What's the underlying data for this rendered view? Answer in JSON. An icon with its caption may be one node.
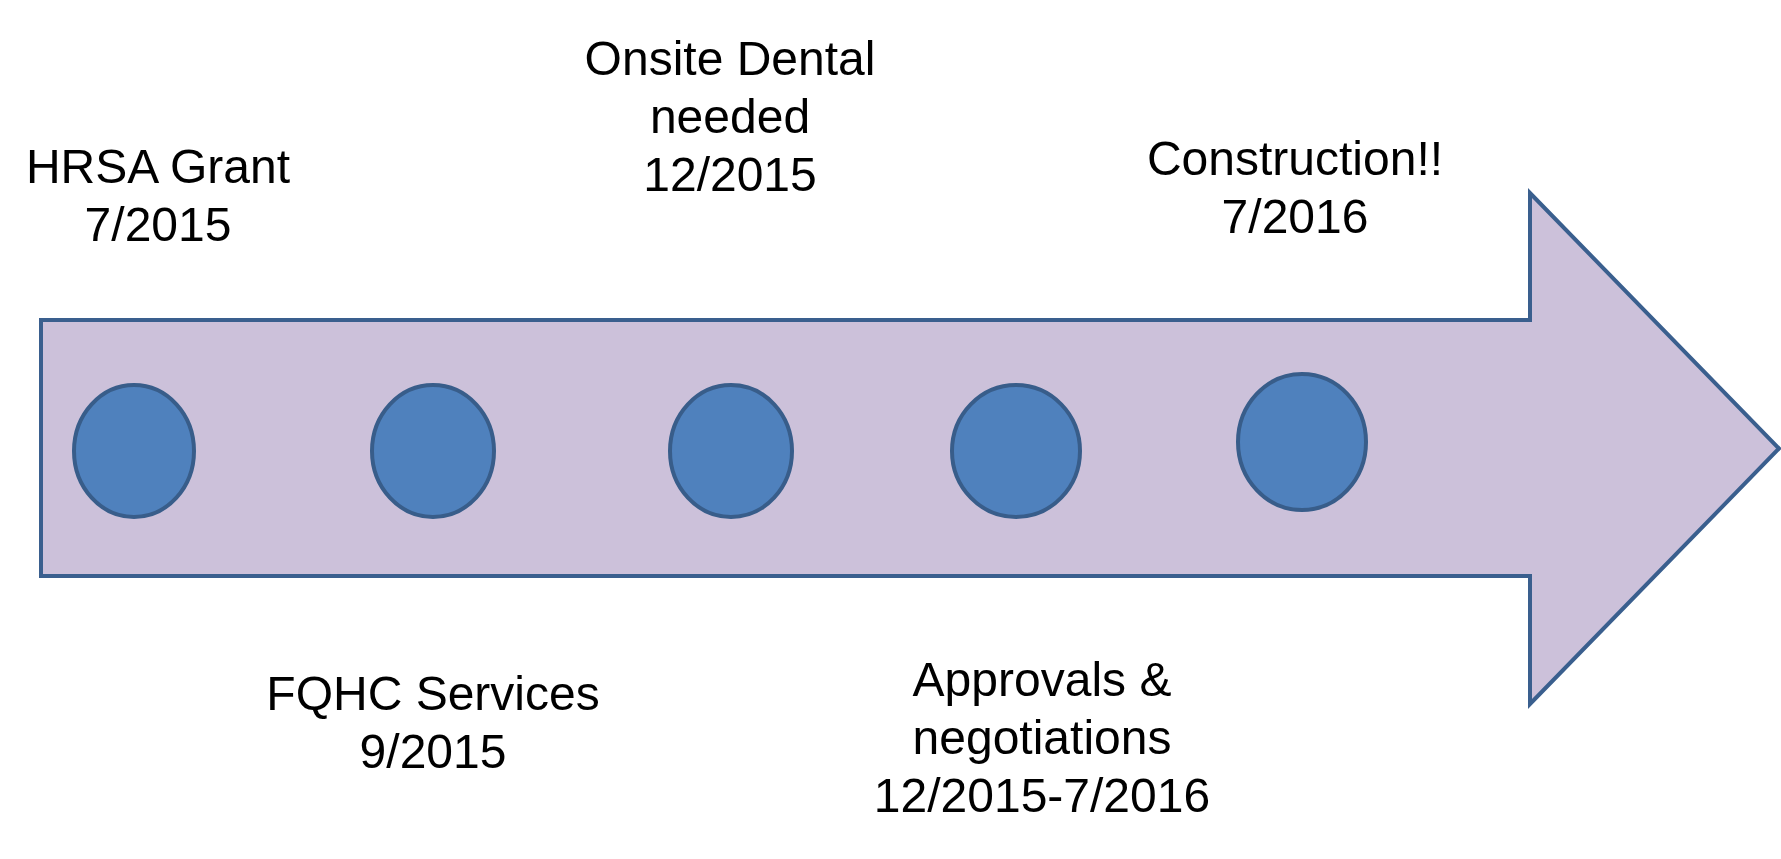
{
  "diagram": {
    "nodes": [
      {
        "text": [],
        "shape": "arrow"
      },
      {
        "text": [],
        "shape": "circle",
        "in": 0,
        "beside": [
          "HRSA Grant 7/2015"
        ]
      },
      {
        "text": [],
        "shape": "circle",
        "in": 0,
        "beside": [
          "FQHC Services 9/2015"
        ]
      },
      {
        "text": [],
        "shape": "circle",
        "in": 0
      },
      {
        "text": [],
        "shape": "circle",
        "in": 0,
        "beside": [
          "Approvals & negotiations 12/2015-7/2016"
        ]
      },
      {
        "text": [],
        "shape": "circle",
        "in": 0,
        "beside": [
          "Construction!! 7/2016"
        ]
      }
    ],
    "labels": [
      "Onsite Dental needed 12/2015"
    ]
  }
}
